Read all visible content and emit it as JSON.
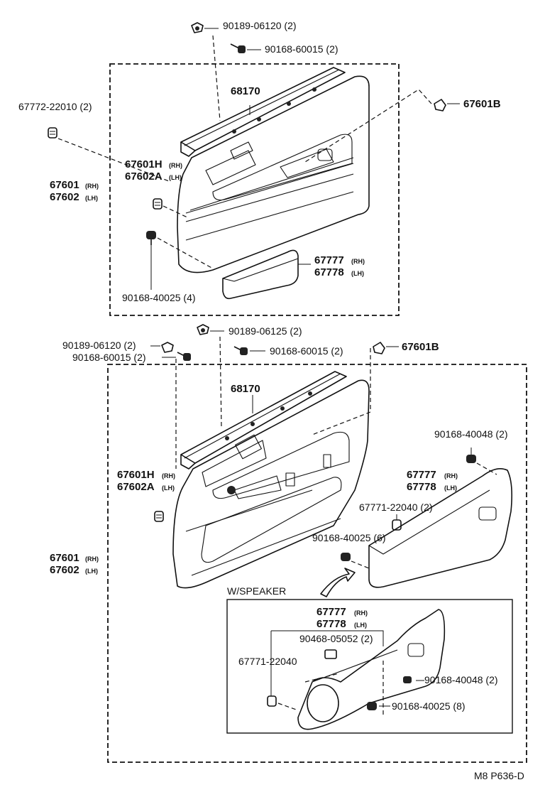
{
  "diagram_id": "M8 P636-D",
  "top_section": {
    "part_90189_06120": "90189-06120 (2)",
    "part_90168_60015": "90168-60015 (2)",
    "part_67772": "67772-22010 (2)",
    "part_67601B": "67601B",
    "part_68170": "68170",
    "part_67601H": "67601H",
    "part_67601H_side": "(RH)",
    "part_67602A": "67602A",
    "part_67602A_side": "(LH)",
    "part_67601": "67601",
    "part_67601_side": "(RH)",
    "part_67602": "67602",
    "part_67602_side": "(LH)",
    "part_67777": "67777",
    "part_67777_side": "(RH)",
    "part_67778": "67778",
    "part_67778_side": "(LH)",
    "part_90168_40025": "90168-40025 (4)"
  },
  "bottom_section": {
    "part_90189_06125": "90189-06125 (2)",
    "part_90189_06120": "90189-06120 (2)",
    "part_90168_60015_a": "90168-60015 (2)",
    "part_90168_60015_b": "90168-60015 (2)",
    "part_67601B": "67601B",
    "part_68170": "68170",
    "part_90168_40048": "90168-40048 (2)",
    "part_67601H": "67601H",
    "part_67601H_side": "(RH)",
    "part_67602A": "67602A",
    "part_67602A_side": "(LH)",
    "part_67777": "67777",
    "part_67777_side": "(RH)",
    "part_67778": "67778",
    "part_67778_side": "(LH)",
    "part_67771": "67771-22040 (2)",
    "part_90168_40025": "90168-40025 (6)",
    "part_67601": "67601",
    "part_67601_side": "(RH)",
    "part_67602": "67602",
    "part_67602_side": "(LH)"
  },
  "speaker_section": {
    "title": "W/SPEAKER",
    "part_67777": "67777",
    "part_67777_side": "(RH)",
    "part_67778": "67778",
    "part_67778_side": "(LH)",
    "part_90468": "90468-05052 (2)",
    "part_67771": "67771-22040",
    "part_90168_40048": "90168-40048 (2)",
    "part_90168_40025": "90168-40025 (8)"
  }
}
